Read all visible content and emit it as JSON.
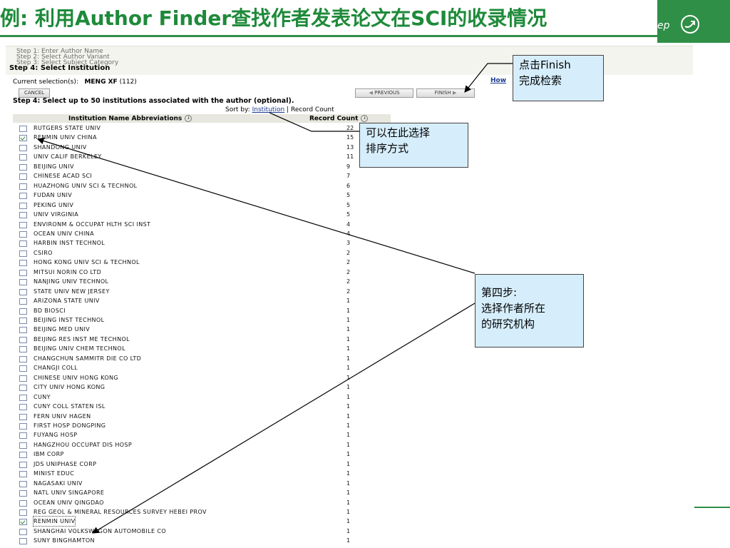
{
  "slide": {
    "title": "例: 利用Author Finder查找作者发表论文在SCI的收录情况",
    "brand_text": "ep"
  },
  "author_finder": {
    "steps": [
      "Step 1: Enter Author Name",
      "Step 2: Select Author Variant",
      "Step 3: Select Subject Category",
      "Step 4: Select Institution"
    ],
    "current_selection_label": "Current selection(s):",
    "current_selection_value": "MENG XF",
    "current_selection_count": "(112)",
    "how_link": "How",
    "cancel_label": "CANCEL",
    "previous_label": "PREVIOUS",
    "finish_label": "FINISH",
    "instruction": "Step 4: Select up to 50 institutions associated with the author (optional).",
    "sort_by_label": "Sort by:",
    "sort_institution": "Institution",
    "sort_separator": "|",
    "sort_record_count": "Record Count",
    "columns": {
      "name": "Institution Name Abbreviations",
      "count": "Record Count"
    },
    "institutions": [
      {
        "name": "RUTGERS STATE UNIV",
        "count": "22",
        "checked": false
      },
      {
        "name": "RENMIN UNIV CHINA",
        "count": "15",
        "checked": true
      },
      {
        "name": "SHANDONG UNIV",
        "count": "13",
        "checked": false
      },
      {
        "name": "UNIV CALIF BERKELEY",
        "count": "11",
        "checked": false
      },
      {
        "name": "BEIJING UNIV",
        "count": "9",
        "checked": false
      },
      {
        "name": "CHINESE ACAD SCI",
        "count": "7",
        "checked": false
      },
      {
        "name": "HUAZHONG UNIV SCI & TECHNOL",
        "count": "6",
        "checked": false
      },
      {
        "name": "FUDAN UNIV",
        "count": "5",
        "checked": false
      },
      {
        "name": "PEKING UNIV",
        "count": "5",
        "checked": false
      },
      {
        "name": "UNIV VIRGINIA",
        "count": "5",
        "checked": false
      },
      {
        "name": "ENVIRONM & OCCUPAT HLTH SCI INST",
        "count": "4",
        "checked": false
      },
      {
        "name": "OCEAN UNIV CHINA",
        "count": "4",
        "checked": false
      },
      {
        "name": "HARBIN INST TECHNOL",
        "count": "3",
        "checked": false
      },
      {
        "name": "CSIRO",
        "count": "2",
        "checked": false
      },
      {
        "name": "HONG KONG UNIV SCI & TECHNOL",
        "count": "2",
        "checked": false
      },
      {
        "name": "MITSUI NORIN CO LTD",
        "count": "2",
        "checked": false
      },
      {
        "name": "NANJING UNIV TECHNOL",
        "count": "2",
        "checked": false
      },
      {
        "name": "STATE UNIV NEW JERSEY",
        "count": "2",
        "checked": false
      },
      {
        "name": "ARIZONA STATE UNIV",
        "count": "1",
        "checked": false
      },
      {
        "name": "BD BIOSCI",
        "count": "1",
        "checked": false
      },
      {
        "name": "BEIJING INST TECHNOL",
        "count": "1",
        "checked": false
      },
      {
        "name": "BEIJING MED UNIV",
        "count": "1",
        "checked": false
      },
      {
        "name": "BEIJING RES INST ME TECHNOL",
        "count": "1",
        "checked": false
      },
      {
        "name": "BEIJING UNIV CHEM TECHNOL",
        "count": "1",
        "checked": false
      },
      {
        "name": "CHANGCHUN SAMMITR DIE CO LTD",
        "count": "1",
        "checked": false
      },
      {
        "name": "CHANGJI COLL",
        "count": "1",
        "checked": false
      },
      {
        "name": "CHINESE UNIV HONG KONG",
        "count": "1",
        "checked": false
      },
      {
        "name": "CITY UNIV HONG KONG",
        "count": "1",
        "checked": false
      },
      {
        "name": "CUNY",
        "count": "1",
        "checked": false
      },
      {
        "name": "CUNY COLL STATEN ISL",
        "count": "1",
        "checked": false
      },
      {
        "name": "FERN UNIV HAGEN",
        "count": "1",
        "checked": false
      },
      {
        "name": "FIRST HOSP DONGPING",
        "count": "1",
        "checked": false
      },
      {
        "name": "FUYANG HOSP",
        "count": "1",
        "checked": false
      },
      {
        "name": "HANGZHOU OCCUPAT DIS HOSP",
        "count": "1",
        "checked": false
      },
      {
        "name": "IBM CORP",
        "count": "1",
        "checked": false
      },
      {
        "name": "JDS UNIPHASE CORP",
        "count": "1",
        "checked": false
      },
      {
        "name": "MINIST EDUC",
        "count": "1",
        "checked": false
      },
      {
        "name": "NAGASAKI UNIV",
        "count": "1",
        "checked": false
      },
      {
        "name": "NATL UNIV SINGAPORE",
        "count": "1",
        "checked": false
      },
      {
        "name": "OCEAN UNIV QINGDAO",
        "count": "1",
        "checked": false
      },
      {
        "name": "REG GEOL & MINERAL RESOURCES SURVEY HEBEI PROV",
        "count": "1",
        "checked": false
      },
      {
        "name": "RENMIN UNIV",
        "count": "1",
        "checked": true,
        "focused": true
      },
      {
        "name": "SHANGHAI VOLKSWAGON AUTOMOBILE CO",
        "count": "1",
        "checked": false
      },
      {
        "name": "SUNY BINGHAMTON",
        "count": "1",
        "checked": false
      }
    ]
  },
  "callouts": {
    "finish": [
      "点击Finish",
      "完成检索"
    ],
    "sort": [
      "可以在此选择",
      "排序方式"
    ],
    "step4": [
      "第四步:",
      "选择作者所在",
      "的研究机构"
    ]
  },
  "colors": {
    "title_green": "#1e8a3a",
    "brand_green": "#2f8f46",
    "callout_fill": "#d6eefc"
  }
}
